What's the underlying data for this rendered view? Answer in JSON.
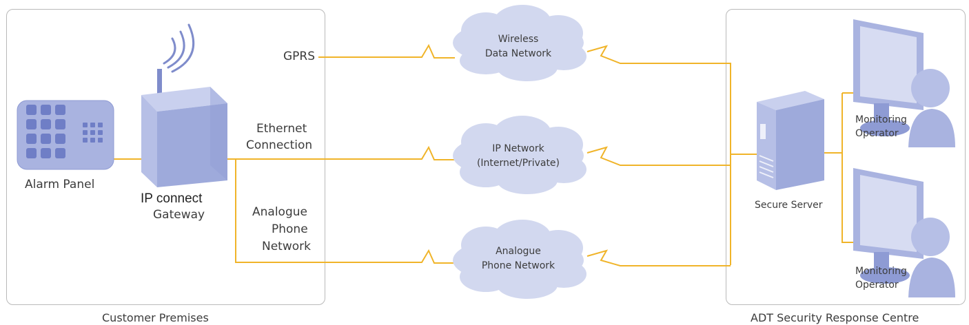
{
  "customer": {
    "region_label": "Customer Premises",
    "alarm_panel": "Alarm Panel",
    "gateway_title": "IP connect",
    "gateway_subtitle": "Gateway",
    "gprs": "GPRS",
    "ethernet_line1": "Ethernet",
    "ethernet_line2": "Connection",
    "analogue_line1": "Analogue",
    "analogue_line2": "Phone",
    "analogue_line3": "Network"
  },
  "networks": {
    "wireless_line1": "Wireless",
    "wireless_line2": "Data Network",
    "ip_line1": "IP Network",
    "ip_line2": "(Internet/Private)",
    "phone_line1": "Analogue",
    "phone_line2": "Phone Network"
  },
  "response_centre": {
    "region_label": "ADT Security Response Centre",
    "server": "Secure Server",
    "operator1_line1": "Monitoring",
    "operator1_line2": "Operator",
    "operator2_line1": "Monitoring",
    "operator2_line2": "Operator"
  },
  "colors": {
    "link": "#f0b429",
    "device": "#9eaadb",
    "device_dark": "#7f8ccb",
    "cloud": "#d2d8ef",
    "border": "#b9b9b9"
  }
}
